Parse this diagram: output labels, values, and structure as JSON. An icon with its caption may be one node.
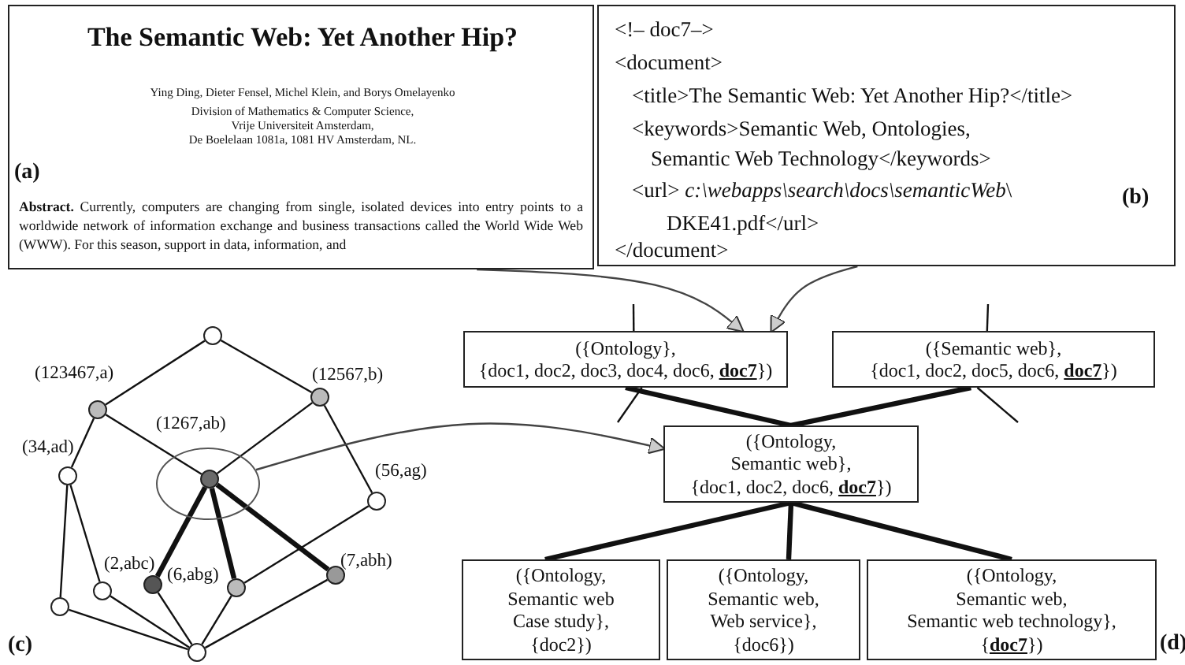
{
  "diagram": {
    "nodes": [
      {
        "text": [
          "The Semantic Web: Yet Another Hip?",
          "Ying Ding, Dieter Fensel, Michel Klein, and Borys Omelayenko",
          "Division of Mathematics & Computer Science, Vrije Universiteit Amsterdam, De Boelelaan 1081a, 1081 HV Amsterdam, NL.",
          "**Abstract.** Currently, computers are changing from single, isolated devices into entry points to a worldwide network of information exchange and business transactions called the World Wide Web (WWW). For this season, support in data, information, and"
        ]
      },
      {
        "text": [
          "<!– doc7–>",
          "<document>",
          "<title>The Semantic Web: Yet Another Hip?</title>",
          "<keywords>Semantic Web, Ontologies, Semantic Web Technology</keywords>",
          "<url> *c:\\webapps\\search\\docs\\semanticWeb*\\ DKE41.pdf</url>",
          "</document>"
        ]
      },
      {
        "text": [],
        "shape": "circle"
      },
      {
        "text": [],
        "shape": "circle",
        "beside": [
          "(123467,a)"
        ]
      },
      {
        "text": [],
        "shape": "circle",
        "beside": [
          "(12567,b)"
        ]
      },
      {
        "text": [],
        "shape": "circle",
        "beside": [
          "(34,ad)"
        ]
      },
      {
        "text": [],
        "shape": "ellipse"
      },
      {
        "text": [],
        "shape": "circle",
        "in": 6,
        "beside": [
          "(1267,ab)"
        ]
      },
      {
        "text": [],
        "shape": "circle",
        "beside": [
          "(56,ag)"
        ]
      },
      {
        "text": [],
        "shape": "circle",
        "beside": [
          "(2,abc)"
        ]
      },
      {
        "text": [],
        "shape": "circle",
        "beside": [
          "(6,abg)"
        ]
      },
      {
        "text": [],
        "shape": "circle",
        "beside": [
          "(7,abh)"
        ]
      },
      {
        "text": [],
        "shape": "circle"
      },
      {
        "text": [],
        "shape": "circle"
      },
      {
        "text": [],
        "shape": "circle"
      },
      {
        "text": [
          "({Ontology}, {doc1, doc2, doc3, doc4, doc6, **doc7**})"
        ]
      },
      {
        "text": [
          "({Semantic web}, {doc1, doc2, doc5, doc6, **doc7**})"
        ]
      },
      {
        "text": [
          "({Ontology, Semantic web}, {doc1, doc2, doc6, **doc7**})"
        ]
      },
      {
        "text": [
          "({Ontology, Semantic web Case study}, {doc2})"
        ]
      },
      {
        "text": [
          "({Ontology, Semantic web, Web service}, {doc6})"
        ]
      },
      {
        "text": [
          "({Ontology, Semantic web, Semantic web technology}, {**doc7**})"
        ]
      }
    ],
    "edges": [
      {
        "from": 2,
        "to": 3,
        "arrow": "none"
      },
      {
        "from": 2,
        "to": 4,
        "arrow": "none"
      },
      {
        "from": 3,
        "to": 5,
        "arrow": "none"
      },
      {
        "from": 3,
        "to": 7,
        "arrow": "none"
      },
      {
        "from": 4,
        "to": 7,
        "arrow": "none"
      },
      {
        "from": 4,
        "to": 8,
        "arrow": "none"
      },
      {
        "from": 5,
        "to": 13,
        "arrow": "none"
      },
      {
        "from": 5,
        "to": 12,
        "arrow": "none"
      },
      {
        "from": 7,
        "to": 9,
        "arrow": "none",
        "style": "thick"
      },
      {
        "from": 7,
        "to": 10,
        "arrow": "none",
        "style": "thick"
      },
      {
        "from": 7,
        "to": 11,
        "arrow": "none",
        "style": "thick"
      },
      {
        "from": 8,
        "to": 10,
        "arrow": "none"
      },
      {
        "from": 9,
        "to": 14,
        "arrow": "none"
      },
      {
        "from": 10,
        "to": 14,
        "arrow": "none"
      },
      {
        "from": 11,
        "to": 14,
        "arrow": "none"
      },
      {
        "from": 12,
        "to": 14,
        "arrow": "none"
      },
      {
        "from": 13,
        "to": 14,
        "arrow": "none"
      },
      {
        "from": 15,
        "to": 17,
        "arrow": "none",
        "style": "thick"
      },
      {
        "from": 16,
        "to": 17,
        "arrow": "none",
        "style": "thick"
      },
      {
        "from": 17,
        "to": 18,
        "arrow": "none",
        "style": "thick"
      },
      {
        "from": 17,
        "to": 19,
        "arrow": "none",
        "style": "thick"
      },
      {
        "from": 17,
        "to": 20,
        "arrow": "none",
        "style": "thick"
      },
      {
        "from": null,
        "to": 15,
        "arrow": "none"
      },
      {
        "from": null,
        "to": 16,
        "arrow": "none"
      },
      {
        "from": 15,
        "to": null,
        "arrow": "none"
      },
      {
        "from": 16,
        "to": null,
        "arrow": "none"
      },
      {
        "from": 0,
        "to": 15,
        "arrow": "to"
      },
      {
        "from": 1,
        "to": 15,
        "arrow": "to"
      },
      {
        "from": 6,
        "to": 17,
        "arrow": "to"
      }
    ],
    "labels": [
      "(a)",
      "(b)",
      "(c)",
      "(d)"
    ]
  }
}
